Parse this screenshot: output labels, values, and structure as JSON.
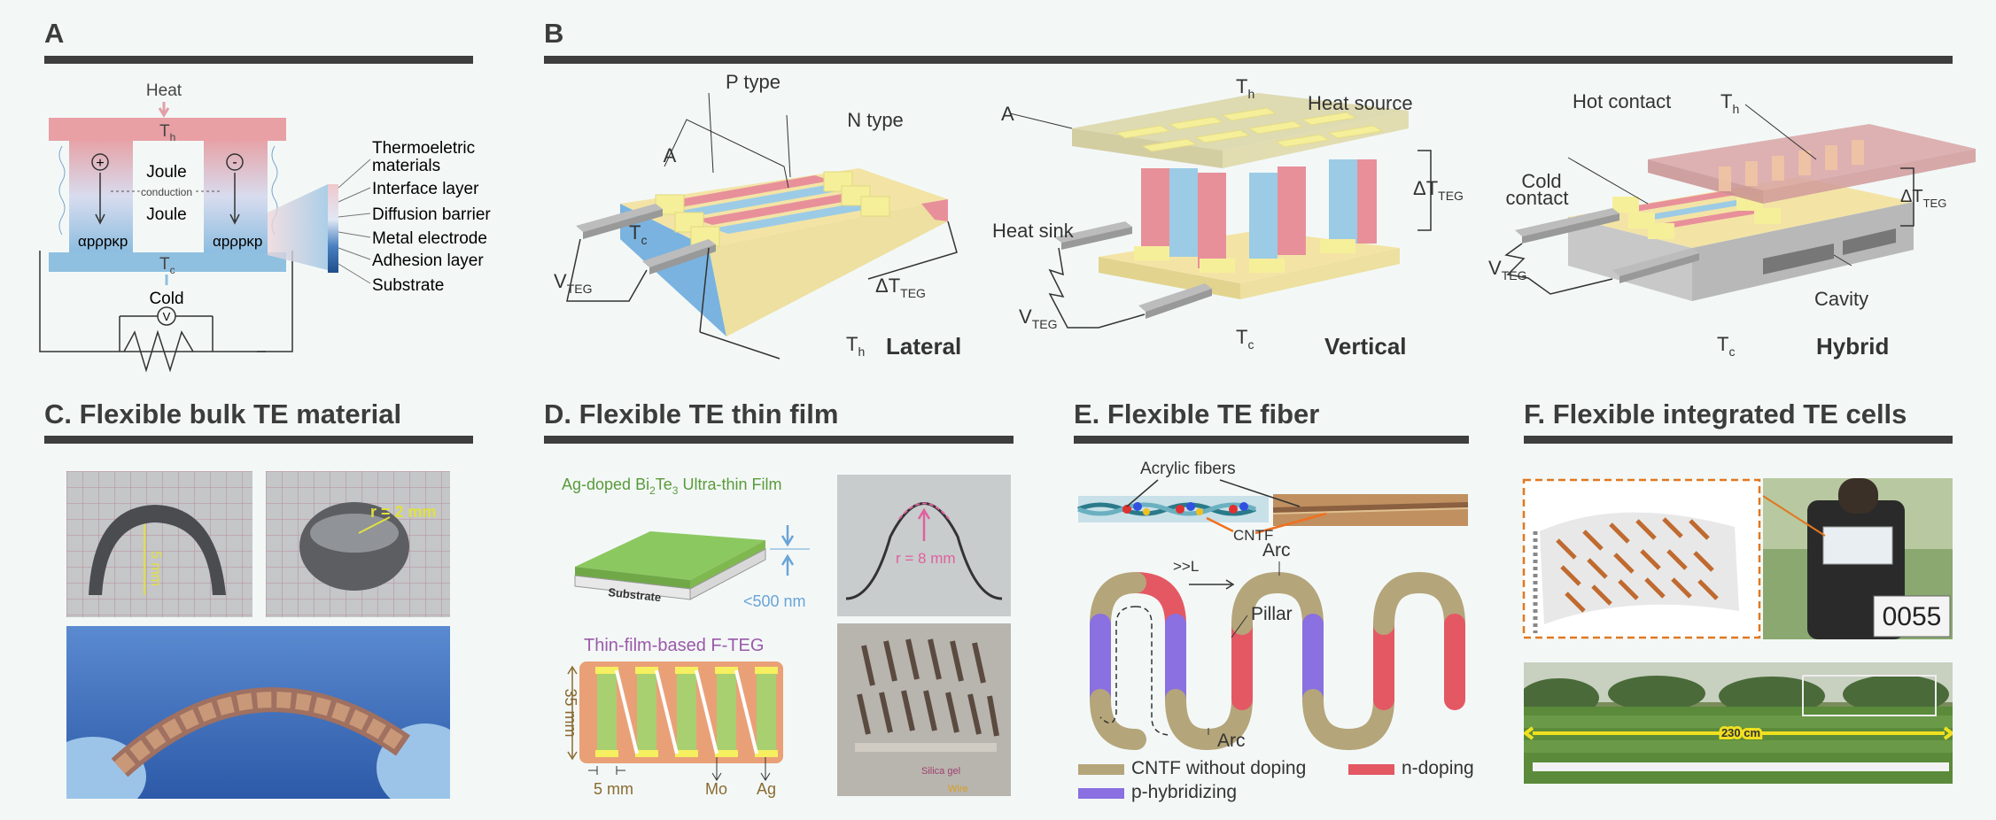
{
  "panels": {
    "a": {
      "letter": "A",
      "heat": "Heat",
      "th": "T",
      "th_sub": "h",
      "tc": "T",
      "tc_sub": "c",
      "joule_top": "Joule",
      "conduction": "conduction",
      "joule_bottom": "Joule",
      "plus": "+",
      "minus": "-",
      "left_props": "αpρpκp",
      "right_props": "αpρpκp",
      "cold": "Cold",
      "meter": "V",
      "layers": [
        "Thermoeletric",
        "materials",
        "Interface layer",
        "Diffusion barrier",
        "Metal electrode",
        "Adhesion layer",
        "Substrate"
      ]
    },
    "b": {
      "letter": "B",
      "lateral": {
        "p_type": "P type",
        "n_type": "N type",
        "a": "A",
        "tc": "T",
        "tc_sub": "c",
        "vteg": "V",
        "vteg_sub": "TEG",
        "dteg": "ΔT",
        "dteg_sub": "TEG",
        "th": "T",
        "th_sub": "h",
        "name": "Lateral"
      },
      "vertical": {
        "a": "A",
        "th": "T",
        "th_sub": "h",
        "heat_source": "Heat source",
        "dteg": "ΔT",
        "dteg_sub": "TEG",
        "heat_sink": "Heat sink",
        "vteg": "V",
        "vteg_sub": "TEG",
        "tc": "T",
        "tc_sub": "c",
        "name": "Vertical"
      },
      "hybrid": {
        "hot_contact": "Hot contact",
        "th": "T",
        "th_sub": "h",
        "cold1": "Cold",
        "cold2": "contact",
        "dteg": "ΔT",
        "dteg_sub": "TEG",
        "vteg": "V",
        "vteg_sub": "TEG",
        "cavity": "Cavity",
        "tc": "T",
        "tc_sub": "c",
        "name": "Hybrid"
      }
    },
    "c": {
      "title": "C. Flexible bulk TE material",
      "dim1": "5 mm",
      "dim2": "r = 2 mm"
    },
    "d": {
      "title": "D. Flexible TE thin film",
      "film_pre": "Ag-doped Bi",
      "film_sub1": "2",
      "film_mid": "Te",
      "film_sub2": "3",
      "film_post": " Ultra-thin Film",
      "substrate": "Substrate",
      "thickness": "<500 nm",
      "radius": "r = 8 mm",
      "teg": "Thin-film-based F-TEG",
      "height": "35 mm",
      "width": "5 mm",
      "mo": "Mo",
      "ag": "Ag",
      "silica": "Silica gel",
      "wire": "Wire"
    },
    "e": {
      "title": "E. Flexible TE fiber",
      "acrylic": "Acrylic fibers",
      "cntf": "CNTF",
      "arc_top": "Arc",
      "l": ">>L",
      "pillar": "Pillar",
      "arc_bottom": "Arc",
      "legend": [
        "CNTF without doping",
        "n-doping",
        "p-hybridizing"
      ]
    },
    "f": {
      "title": "F. Flexible integrated TE cells",
      "display": "0055",
      "distance": "230 cm"
    }
  },
  "colors": {
    "hot": "#e8a0a5",
    "cold": "#8fc0e0",
    "p": "#e9878d",
    "n": "#9ccbe6",
    "yellow": "#f6ef9a",
    "legend_cntf": "#b5a57a",
    "legend_n": "#e45863",
    "legend_p": "#8a70e0"
  }
}
